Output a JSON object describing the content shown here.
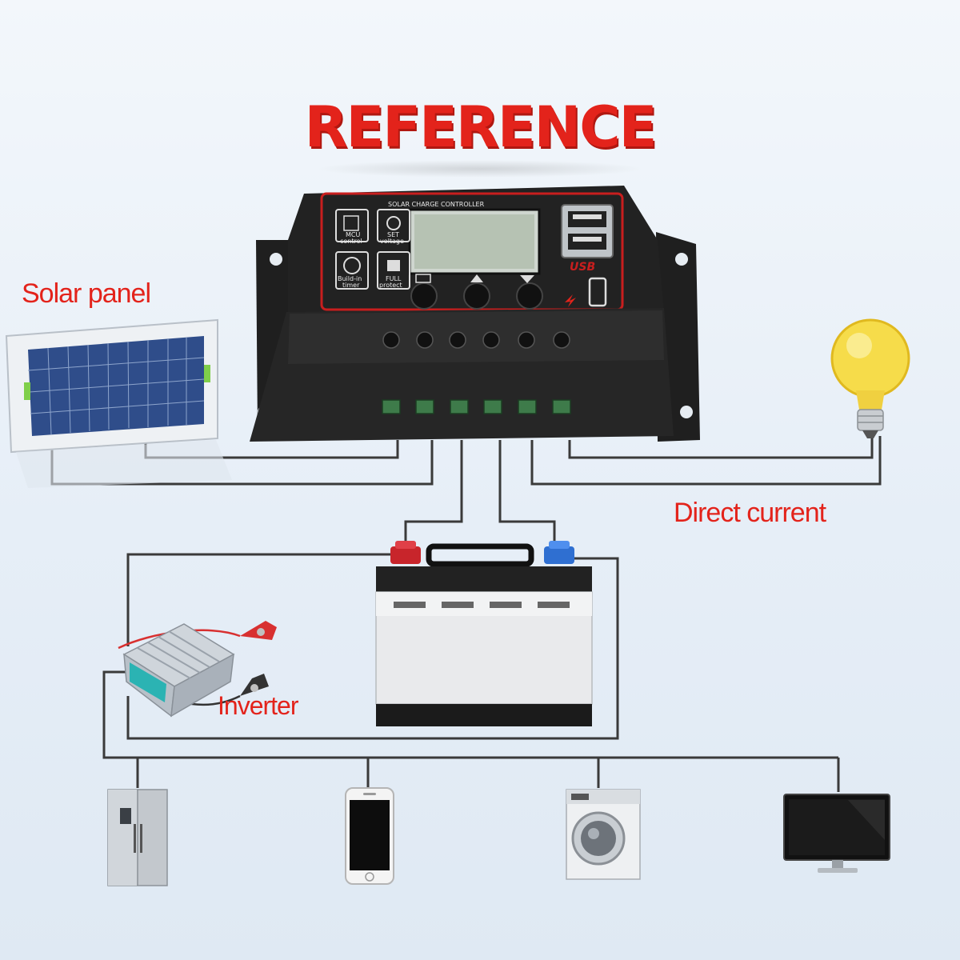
{
  "title": "REFERENCE",
  "labels": {
    "solar_panel": "Solar panel",
    "direct_current": "Direct current",
    "inverter": "Inverter"
  },
  "controller": {
    "header": "SOLAR CHARGE CONTROLLER",
    "icons": [
      {
        "line1": "MCU",
        "line2": "control"
      },
      {
        "line1": "SET",
        "line2": "voltage"
      },
      {
        "line1": "Build-in",
        "line2": "timer"
      },
      {
        "line1": "FULL",
        "line2": "protect"
      }
    ],
    "usb_label": "USB"
  },
  "colors": {
    "title": "#e3231b",
    "label": "#e3231b",
    "wire": "#3a3a3a",
    "controller_body": "#2a2a2a",
    "accent_red": "#c81e1e"
  },
  "appliances": [
    "refrigerator-icon",
    "phone-icon",
    "washing-machine-icon",
    "monitor-icon"
  ]
}
